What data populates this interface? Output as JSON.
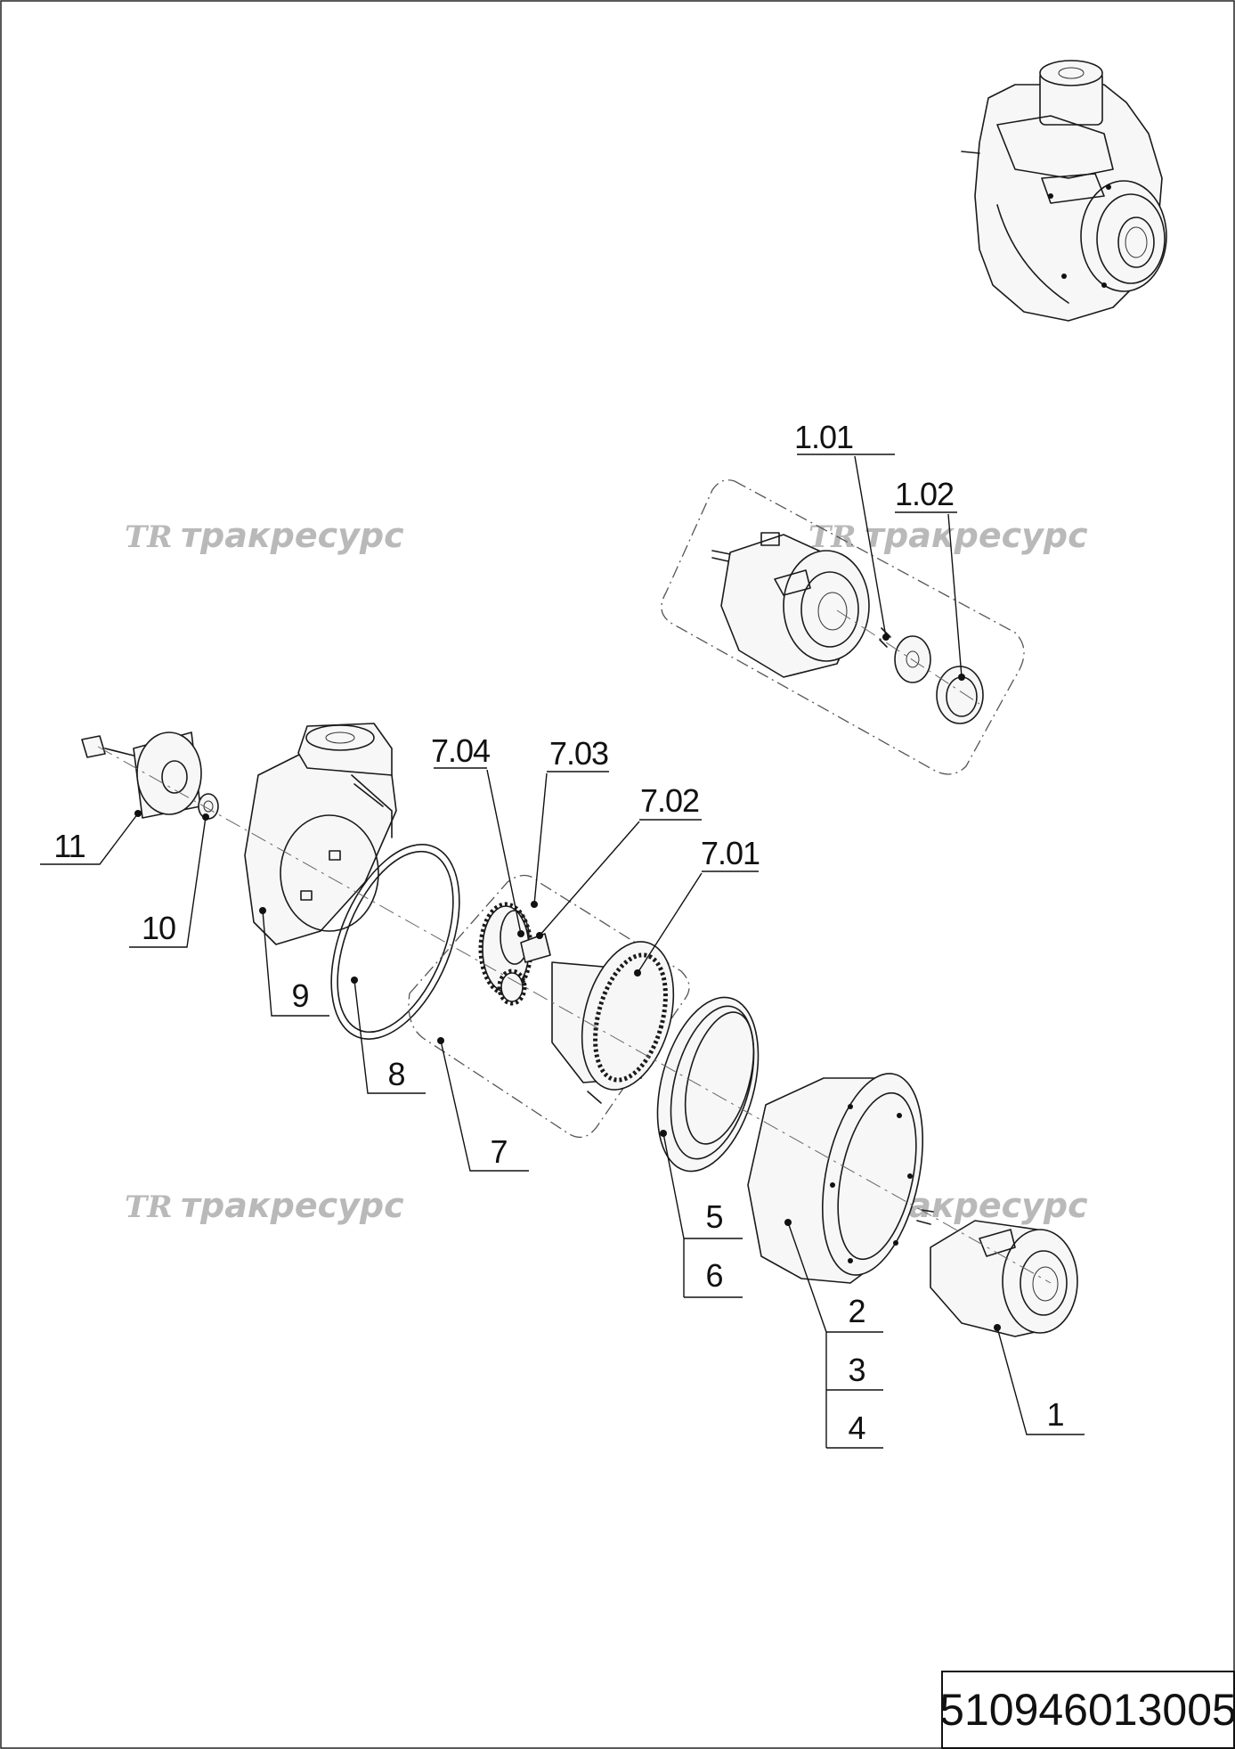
{
  "drawing_number": "510946013005",
  "watermark": {
    "logo": "TR",
    "text": "тракресурс"
  },
  "callouts": {
    "c1": "1",
    "c1_01": "1.01",
    "c1_02": "1.02",
    "c2": "2",
    "c3": "3",
    "c4": "4",
    "c5": "5",
    "c6": "6",
    "c7": "7",
    "c7_01": "7.01",
    "c7_02": "7.02",
    "c7_03": "7.03",
    "c7_04": "7.04",
    "c8": "8",
    "c9": "9",
    "c10": "10",
    "c11": "11"
  }
}
